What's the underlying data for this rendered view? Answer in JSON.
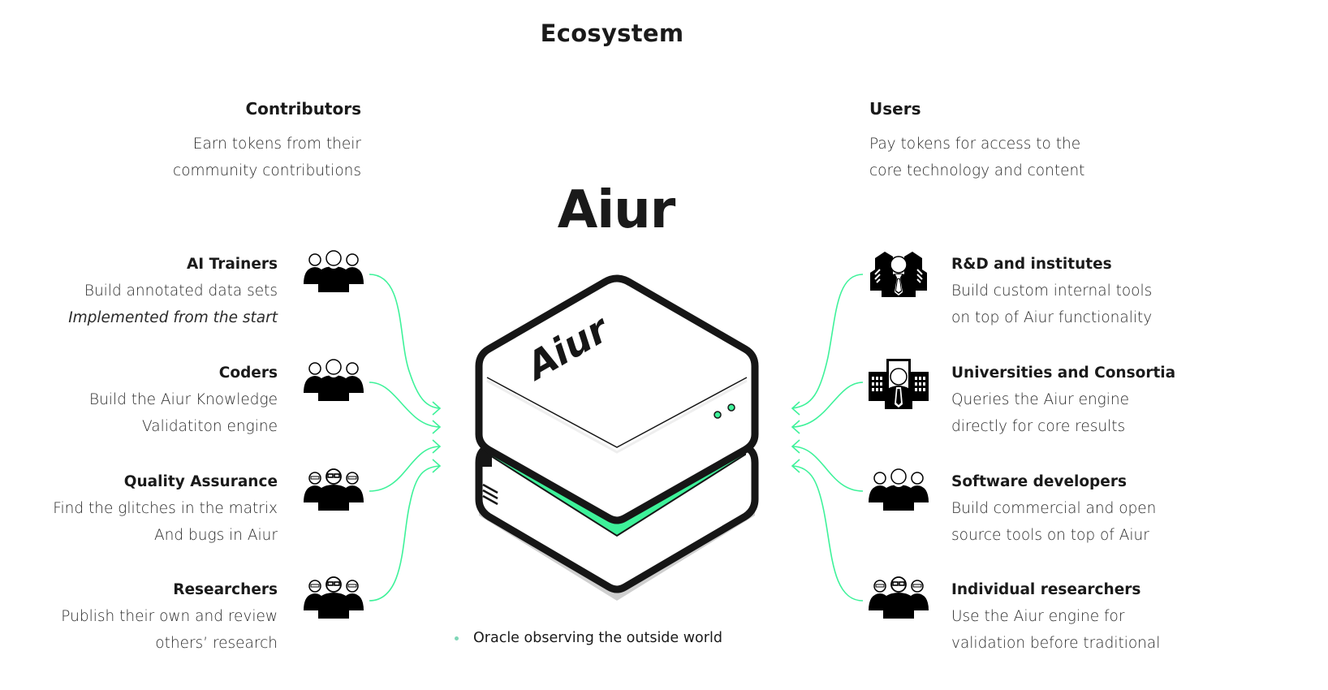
{
  "page": {
    "title": "Ecosystem",
    "brand": "Aiur",
    "device_label": "Aiur"
  },
  "contributors": {
    "title": "Contributors",
    "lines": [
      "Earn tokens from their",
      "community contributions"
    ],
    "roles": [
      {
        "title": "AI Trainers",
        "lines": [
          "Build annotated data sets"
        ],
        "italic_line": "Implemented from the start",
        "icon": "people-group-icon"
      },
      {
        "title": "Coders",
        "lines": [
          "Build the Aiur Knowledge",
          "Validatiton engine"
        ],
        "icon": "people-group-icon"
      },
      {
        "title": "Quality Assurance",
        "lines": [
          "Find the glitches in the matrix",
          "And bugs in Aiur"
        ],
        "icon": "people-glasses-icon"
      },
      {
        "title": "Researchers",
        "lines": [
          "Publish their own and review",
          "others’ research"
        ],
        "icon": "people-glasses-icon"
      }
    ]
  },
  "users": {
    "title": "Users",
    "lines": [
      "Pay tokens for access to the",
      "core technology and content"
    ],
    "roles": [
      {
        "title": "R&D and institutes",
        "lines": [
          "Build custom internal tools",
          "on top of Aiur functionality"
        ],
        "icon": "businessman-buildings-icon"
      },
      {
        "title": "Universities and Consortia",
        "lines": [
          "Queries the Aiur engine",
          "directly for core results"
        ],
        "icon": "businessman-university-icon"
      },
      {
        "title": "Software developers",
        "lines": [
          "Build commercial and open",
          "source tools on top of Aiur"
        ],
        "icon": "people-group-icon"
      },
      {
        "title": "Individual researchers",
        "lines": [
          "Use the Aiur engine for",
          "validation before traditional"
        ],
        "icon": "people-glasses-icon"
      }
    ]
  },
  "footer": {
    "bullet": "Oracle observing the outside world"
  },
  "colors": {
    "accent_green": "#3ef29a",
    "connector_green": "#3ef29a",
    "text_dark": "#1a1a1a",
    "bullet": "#7fd6b7"
  }
}
